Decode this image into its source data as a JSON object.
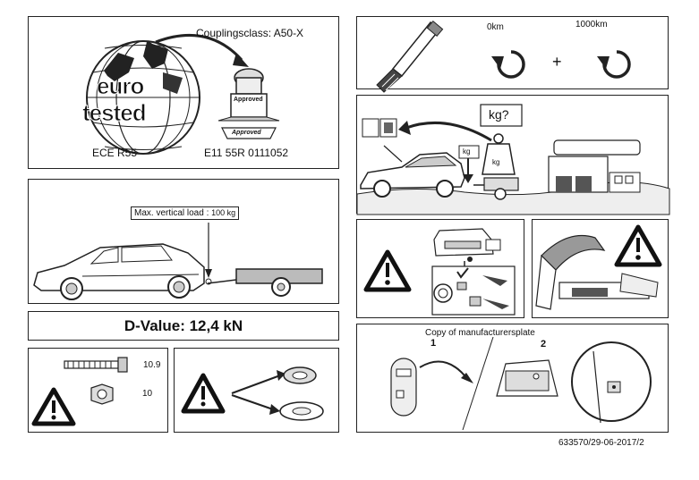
{
  "colors": {
    "stroke": "#222222",
    "fill_light": "#e6e6e6",
    "fill_mid": "#b8b8b8",
    "warning_fill": "#ffffff"
  },
  "coupling": {
    "class_label": "Couplingsclass: A50-X",
    "logo_line1": "euro",
    "logo_line2": "tested",
    "approved_stamp": "Approved",
    "approved_plate": "Approved",
    "standard": "ECE R55",
    "approval_number": "E11 55R 0111052"
  },
  "torque": {
    "label_start": "0km",
    "label_end": "1000km",
    "plus": "+"
  },
  "load": {
    "label": "kg?",
    "weight_small": "kg",
    "weight_large": "kg"
  },
  "vertical_load": {
    "label": "Max. vertical load :",
    "value": "100 kg"
  },
  "d_value": {
    "text": "D-Value: 12,4 kN"
  },
  "bolts": {
    "bolt_class": "10.9",
    "nut_class": "10"
  },
  "manufacturer_plate": {
    "caption": "Copy of manufacturersplate",
    "step1": "1",
    "step2": "2"
  },
  "footer": {
    "doc_code": "633570/29-06-2017/2"
  },
  "icons": [
    "globe-icon",
    "warning-icon",
    "torque-wrench-icon",
    "rotation-arrow-icon",
    "weight-icon",
    "car-icon",
    "trailer-icon",
    "washer-icon",
    "bolt-icon",
    "nut-icon"
  ]
}
